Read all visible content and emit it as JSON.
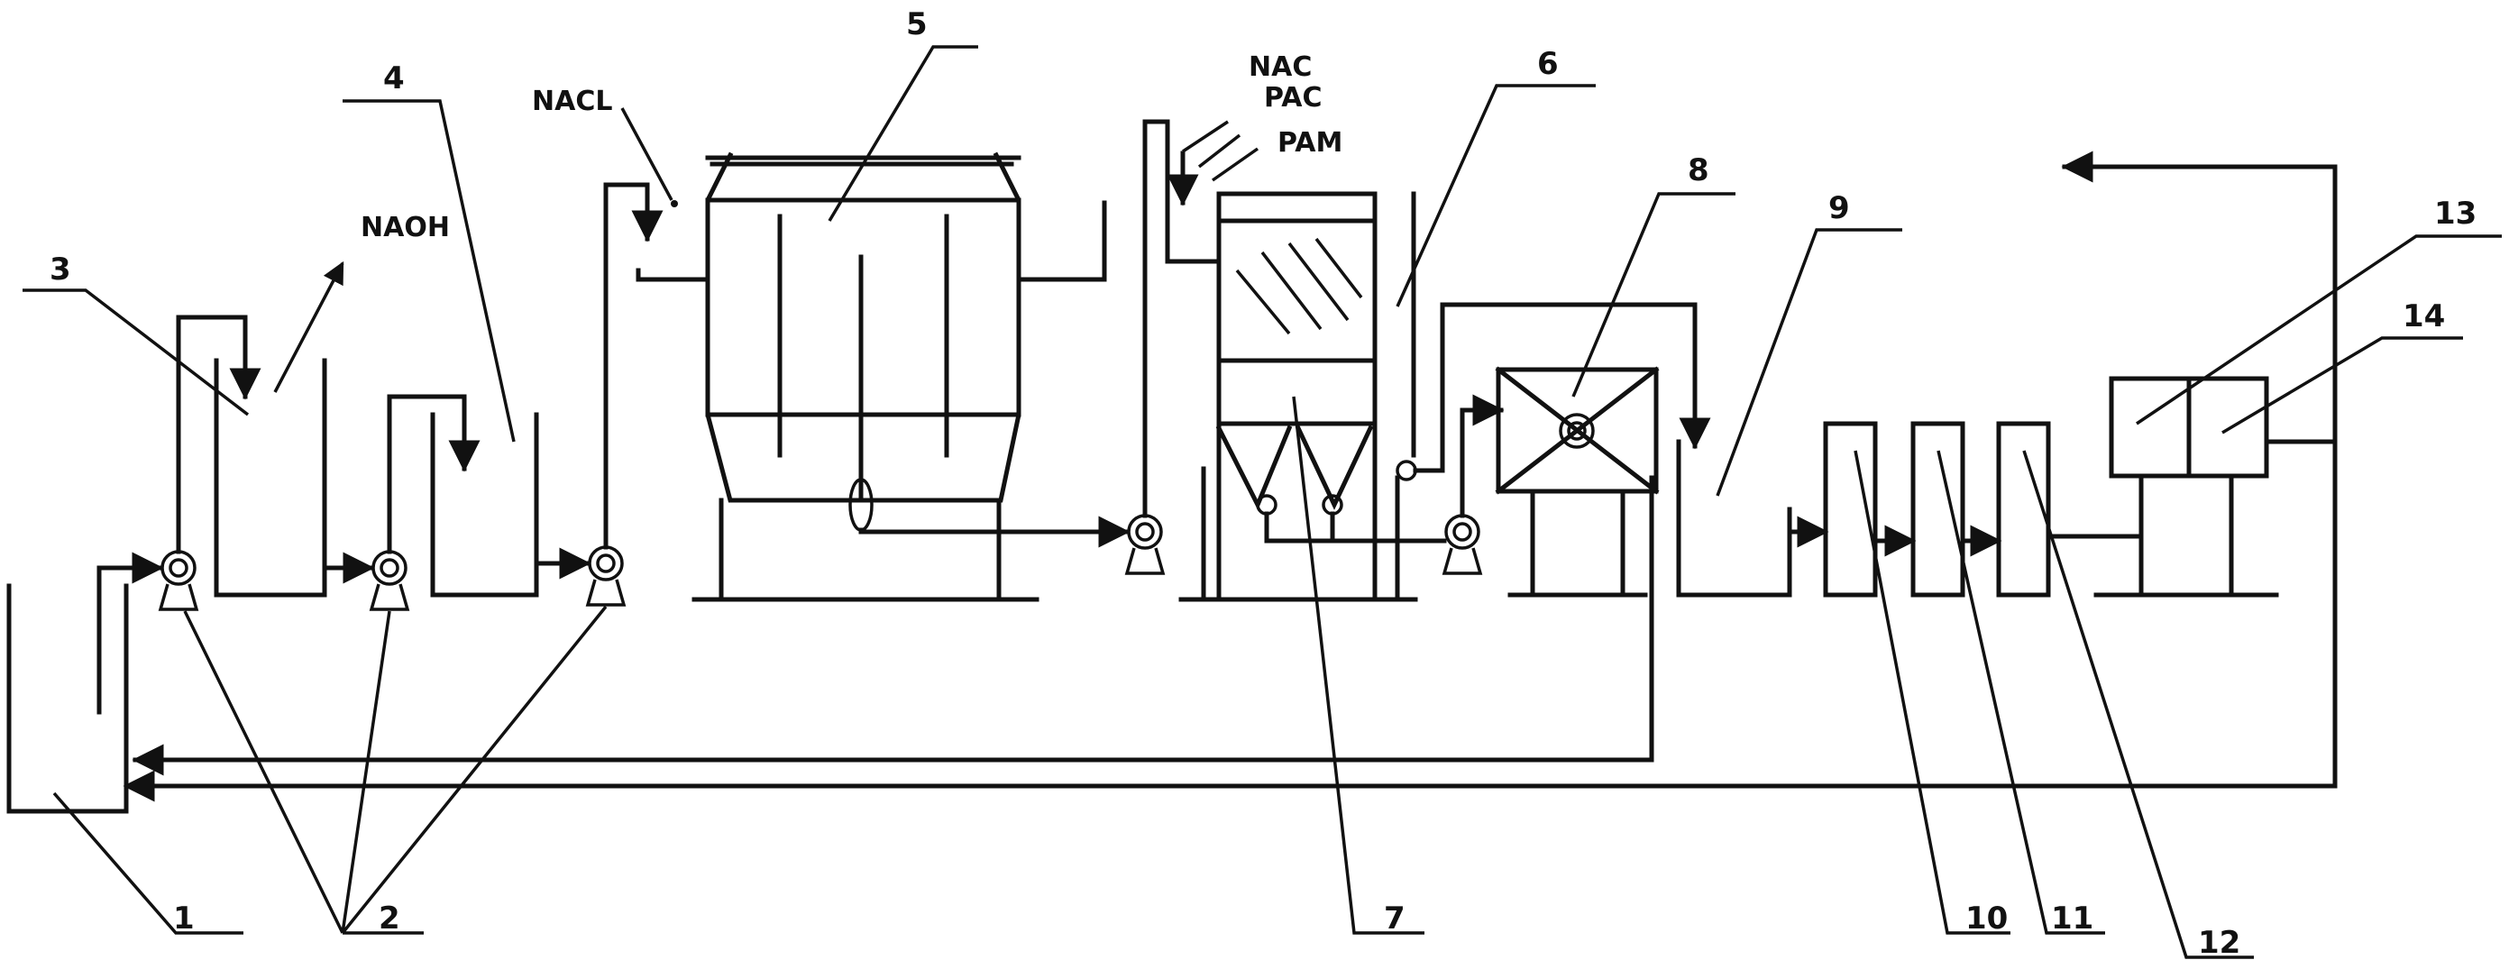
{
  "labels": {
    "n1": "1",
    "n2": "2",
    "n3": "3",
    "n4": "4",
    "n5": "5",
    "n6": "6",
    "n7": "7",
    "n8": "8",
    "n9": "9",
    "n10": "10",
    "n11": "11",
    "n12": "12",
    "n13": "13",
    "n14": "14"
  },
  "chemicals": {
    "naoh": "NAOH",
    "nacl": "NACL",
    "nac": "NAC",
    "pac": "PAC",
    "pam": "PAM"
  }
}
